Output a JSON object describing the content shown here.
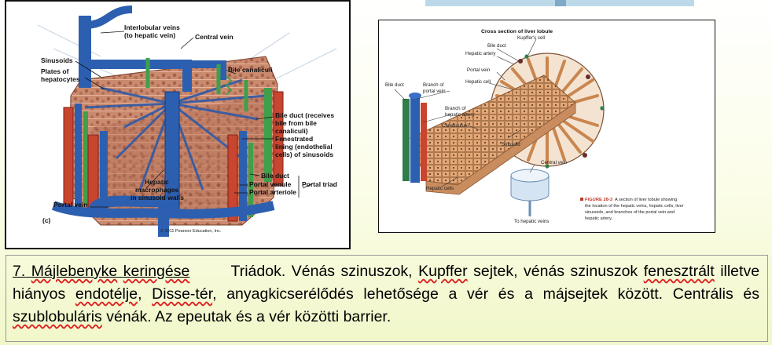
{
  "left_figure": {
    "labels": {
      "interlobular_veins": "Interlobular veins",
      "to_hepatic_vein": "(to hepatic vein)",
      "central_vein": "Central vein",
      "sinusoids": "Sinusoids",
      "plates_of": "Plates of",
      "hepatocytes": "hepatocytes",
      "bile_canaliculi": "Bile canaliculi",
      "bile_duct_receives_1": "Bile duct (receives",
      "bile_duct_receives_2": "bile from bile",
      "bile_duct_receives_3": "canaliculi)",
      "fenestrated_1": "Fenestrated",
      "fenestrated_2": "lining (endothelial",
      "fenestrated_3": "cells) of sinusoids",
      "bile_duct": "Bile duct",
      "portal_venule": "Portal venule",
      "portal_arteriole": "Portal arteriole",
      "portal_triad": "Portal triad",
      "hepatic": "Hepatic",
      "macrophages": "macrophages",
      "in_sinusoid_walls": "in sinusoid walls",
      "portal_vein": "Portal vein",
      "panel_letter": "(c)",
      "copyright": "© 2011 Pearson Education, Inc."
    }
  },
  "right_figure": {
    "labels": {
      "cross_section": "Cross section of liver lobule",
      "kupffers_cell": "Kupffer's cell",
      "bile_duct_top": "Bile duct",
      "hepatic_artery": "Hepatic artery",
      "portal_vein": "Portal vein",
      "hepatic_cell": "Hepatic cell",
      "bile_duct_left": "Bile duct",
      "branch_portal_1": "Branch of",
      "branch_portal_2": "portal vein",
      "branch_artery_1": "Branch of",
      "branch_artery_2": "hepatic artery",
      "canaliculus": "Canaliculus",
      "sinusoid": "Sinusoid",
      "central_vein": "Central vein",
      "hepatic_cells": "Hepatic cells",
      "to_hepatic_veins": "To hepatic veins"
    },
    "caption": {
      "figure_label": "FIGURE 28-3",
      "line1": "A section of liver lobule showing",
      "line2": "the location of the hepatic veins, hepatic cells, liver",
      "line3": "sinusoids, and branches of the portal vein and",
      "line4": "hepatic artery."
    }
  },
  "text_block": {
    "number": "7.",
    "title_word1": "Májlebenyke",
    "title_word2": "keringése",
    "t1": "Triádok. Vénás szinuszok,",
    "kupffer": "Kupffer",
    "t2": "sejtek, vénás szinuszok",
    "fenesztralt": "fenesztrált",
    "t3": "illetve hiányos",
    "endotelje": "endotélje",
    "t4": ",",
    "disse": "Disse-tér",
    "t5": ", anyagkicserélődés lehetősége a vér és a májsejtek között. Centrális és",
    "szublobularis": "szublobuláris",
    "t6": "vénák. Az epeutak és a vér közötti barrier."
  }
}
